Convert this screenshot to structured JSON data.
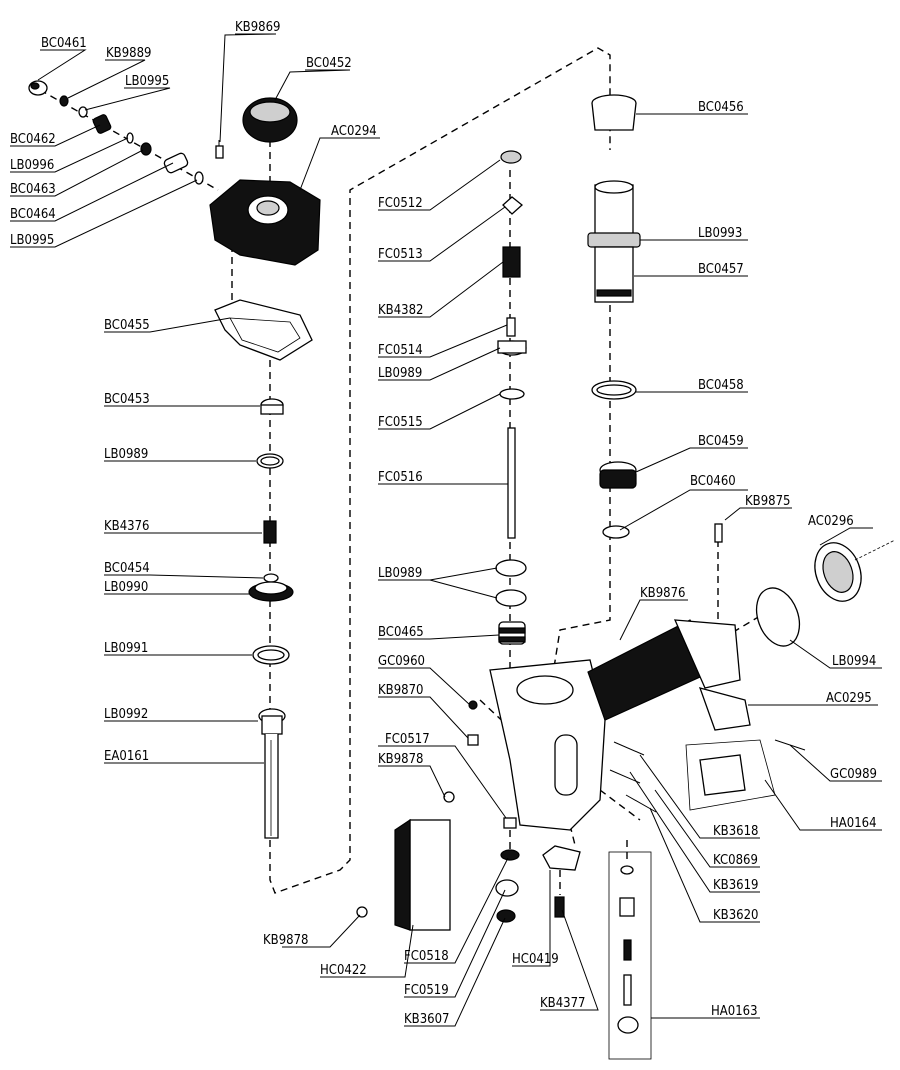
{
  "labels": {
    "BC0461": "BC0461",
    "KB9889": "KB9889",
    "LB0995a": "LB0995",
    "BC0462": "BC0462",
    "LB0996": "LB0996",
    "BC0463": "BC0463",
    "BC0464": "BC0464",
    "LB0995b": "LB0995",
    "KB9869": "KB9869",
    "BC0452": "BC0452",
    "AC0294": "AC0294",
    "BC0455": "BC0455",
    "BC0453": "BC0453",
    "LB0989a": "LB0989",
    "KB4376": "KB4376",
    "BC0454": "BC0454",
    "LB0990": "LB0990",
    "LB0991": "LB0991",
    "LB0992": "LB0992",
    "EA0161": "EA0161",
    "FC0512": "FC0512",
    "FC0513": "FC0513",
    "KB4382": "KB4382",
    "FC0514": "FC0514",
    "LB0989b": "LB0989",
    "FC0515": "FC0515",
    "FC0516": "FC0516",
    "LB0989c": "LB0989",
    "BC0465": "BC0465",
    "GC0960": "GC0960",
    "KB9870": "KB9870",
    "FC0517": "FC0517",
    "KB9878a": "KB9878",
    "KB9878b": "KB9878",
    "HC0422": "HC0422",
    "FC0518": "FC0518",
    "FC0519": "FC0519",
    "KB3607": "KB3607",
    "HC0419": "HC0419",
    "KB4377": "KB4377",
    "BC0456": "BC0456",
    "LB0993": "LB0993",
    "BC0457": "BC0457",
    "BC0458": "BC0458",
    "BC0459": "BC0459",
    "BC0460": "BC0460",
    "KB9875": "KB9875",
    "AC0296": "AC0296",
    "KB9876": "KB9876",
    "LB0994": "LB0994",
    "AC0295": "AC0295",
    "GC0989": "GC0989",
    "HA0164": "HA0164",
    "KB3618": "KB3618",
    "KC0869": "KC0869",
    "KB3619": "KB3619",
    "KB3620": "KB3620",
    "HA0163": "HA0163"
  },
  "colors": {
    "ink": "#000000",
    "background": "#ffffff",
    "shade": "#cfcfcf"
  }
}
